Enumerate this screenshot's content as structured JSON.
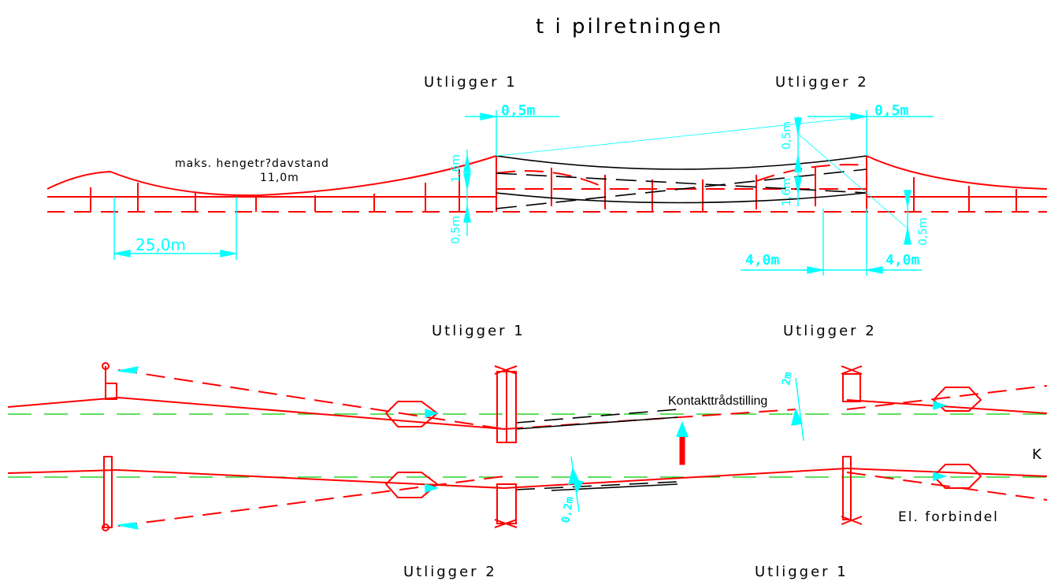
{
  "title": "t i pilretningen",
  "top_view": {
    "arm1_label": "Utligger 1",
    "arm2_label": "Utligger 2",
    "max_dropper_label_line1": "maks. hengetr?davstand",
    "max_dropper_label_line2": "11,0m",
    "dim_span": "25,0m",
    "dim_offset_left": "0,5m",
    "dim_offset_right": "0,5m",
    "dim_v_left_upper": "1,6m",
    "dim_v_left_lower": "0,5m",
    "dim_v_right_upper": "0,5m",
    "dim_v_right_mid": "1,6m",
    "dim_v_right_lower": "0,5m",
    "dim_left_4m": "4,0m",
    "dim_right_4m": "4,0m"
  },
  "bottom_view": {
    "top_arm1_label": "Utligger 1",
    "top_arm2_label": "Utligger 2",
    "bottom_arm2_label": "Utligger 2",
    "bottom_arm1_label": "Utligger 1",
    "contact_wire_label": "Kontakttrådstilling",
    "dim_upper": "2m",
    "dim_lower": "0,2m",
    "edge_label_k": "K",
    "edge_label_el": "El. forbindel"
  },
  "colors": {
    "catenary": "#ff0000",
    "dimension": "#00ffff",
    "contact_wire": "#000000",
    "centerline": "#00cc00",
    "background": "#ffffff"
  }
}
